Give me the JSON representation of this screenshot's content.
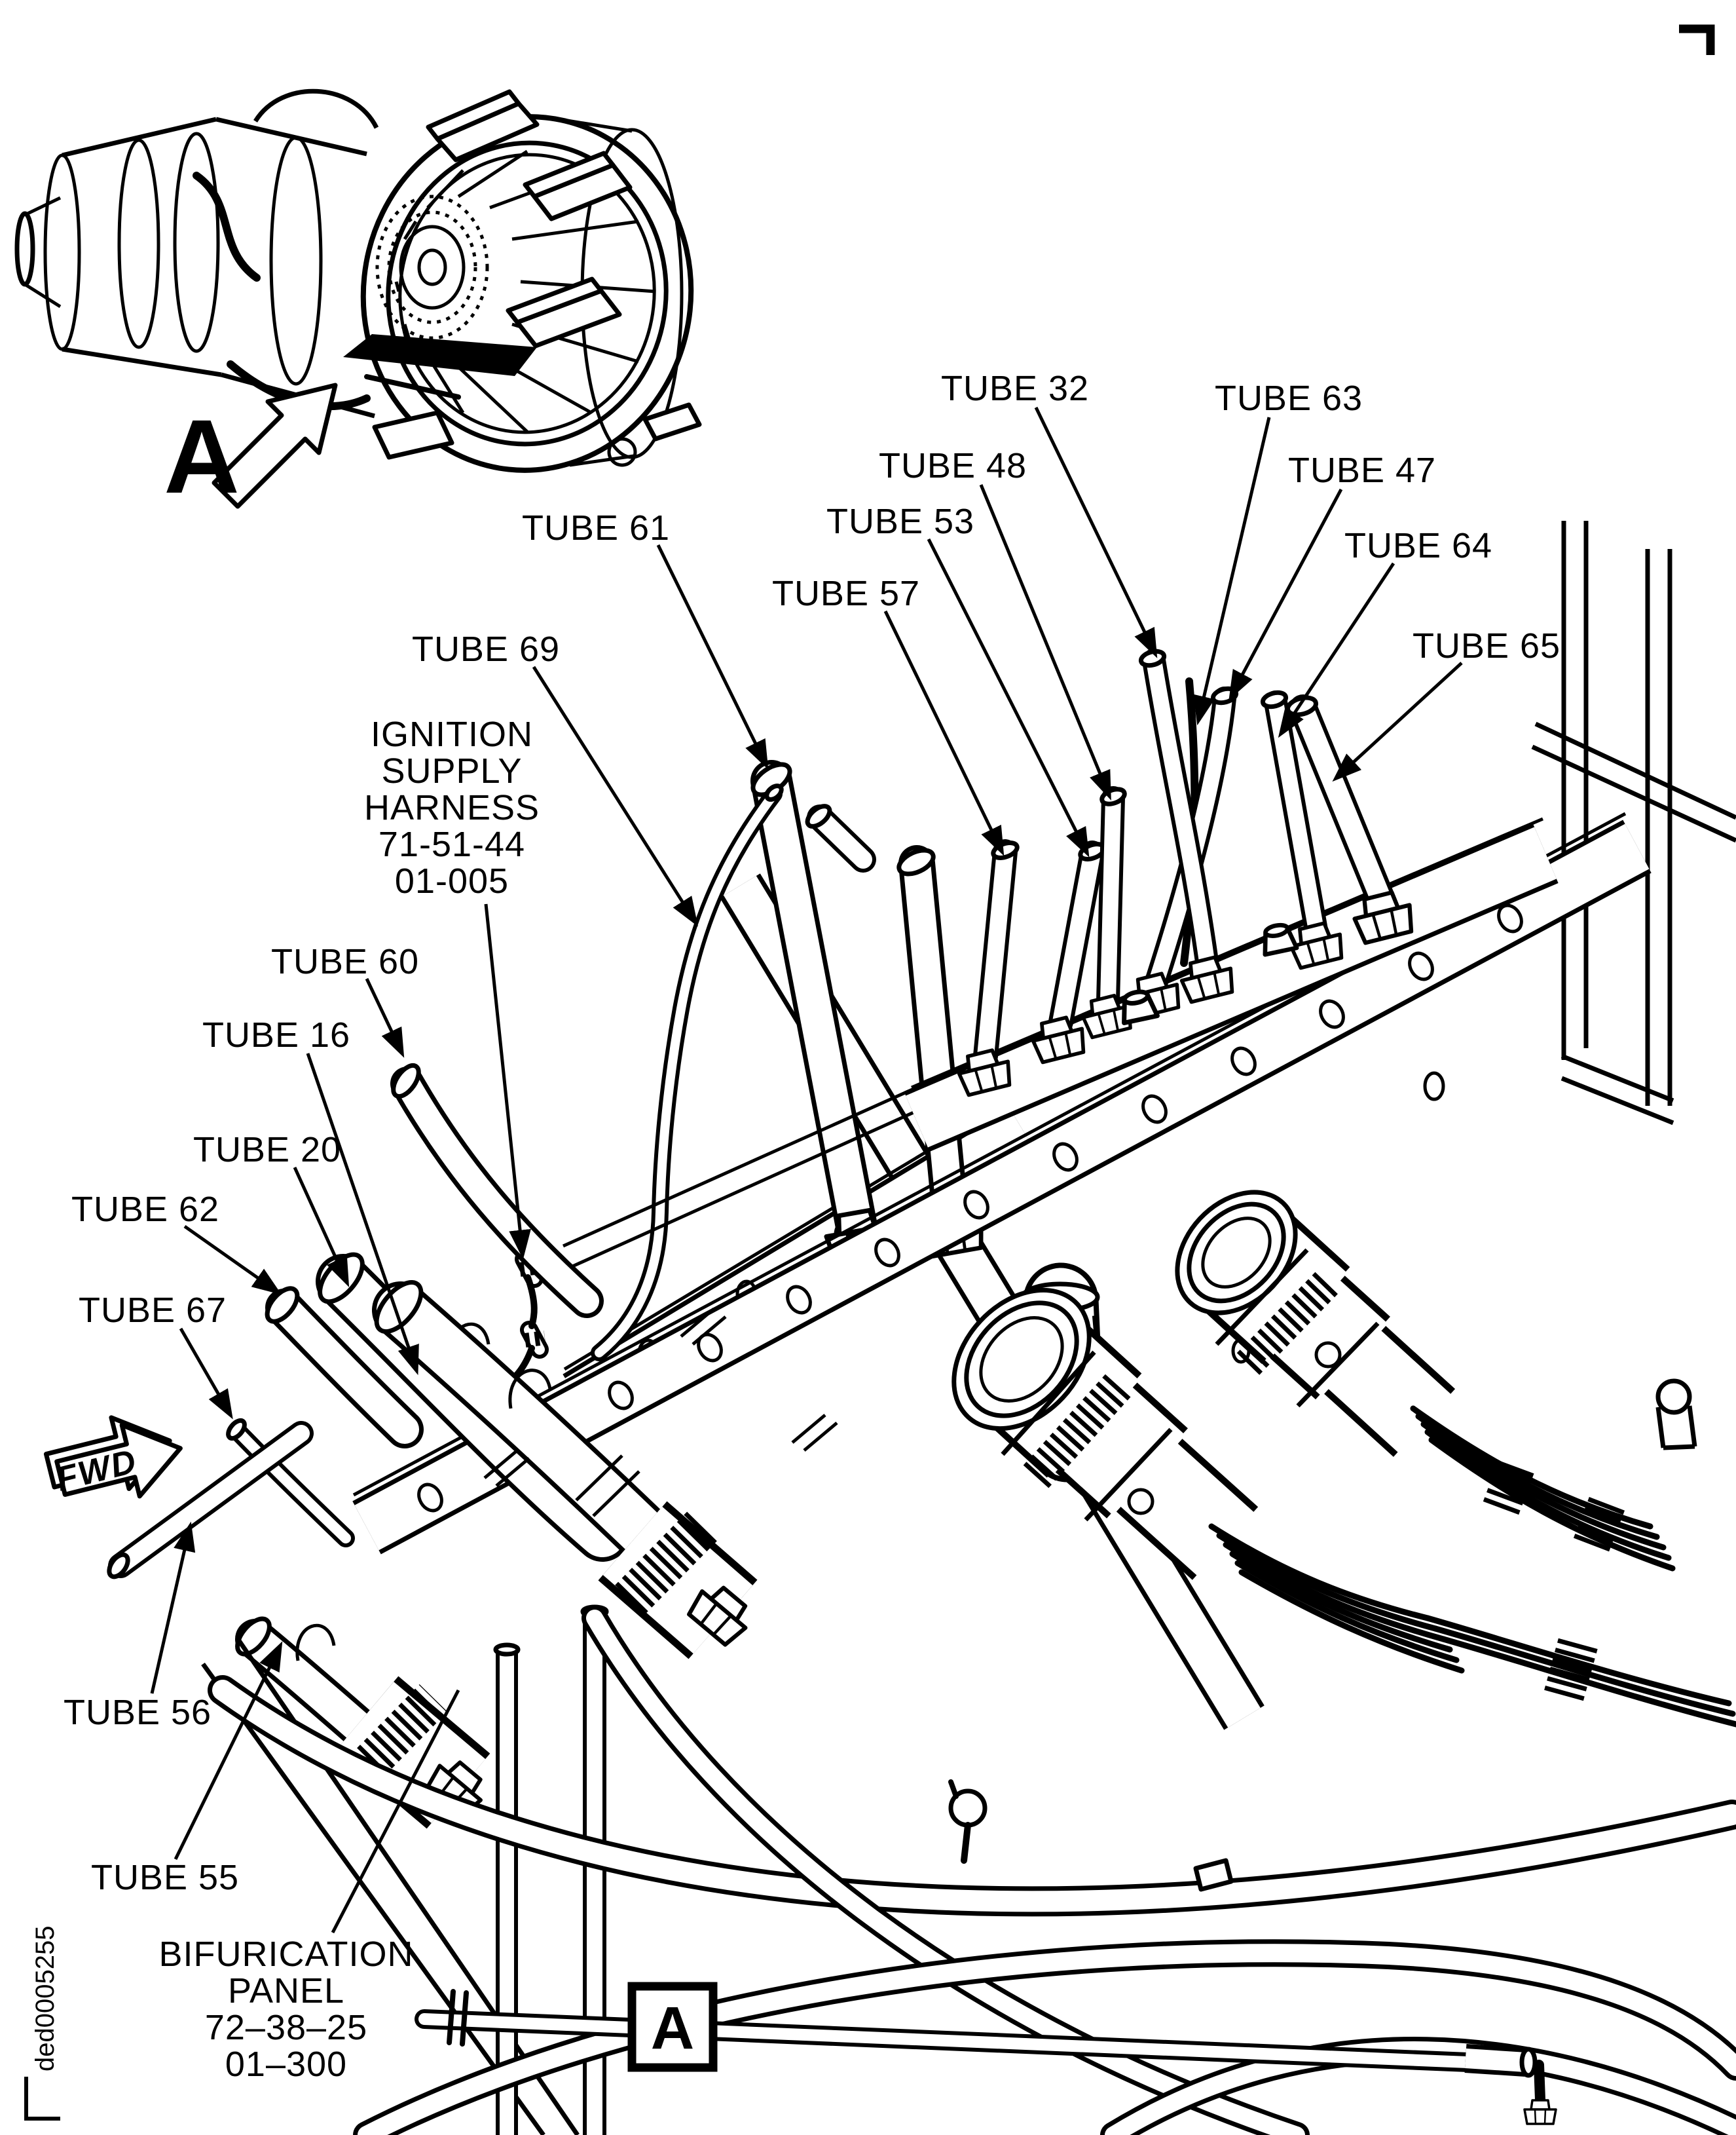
{
  "figure": {
    "detail_letter": "A",
    "detail_box_letter": "A",
    "fwd": "FWD",
    "document_number": "ded0005255"
  },
  "callouts": {
    "tube32": "TUBE 32",
    "tube63": "TUBE 63",
    "tube48": "TUBE 48",
    "tube47": "TUBE 47",
    "tube53": "TUBE 53",
    "tube64": "TUBE 64",
    "tube61": "TUBE 61",
    "tube57": "TUBE 57",
    "tube65": "TUBE 65",
    "tube69": "TUBE 69",
    "tube60": "TUBE 60",
    "tube16": "TUBE 16",
    "tube20": "TUBE 20",
    "tube62": "TUBE 62",
    "tube67": "TUBE 67",
    "tube56": "TUBE 56",
    "tube55": "TUBE 55",
    "ignition_supply_harness": [
      "IGNITION",
      "SUPPLY",
      "HARNESS",
      "71-51-44",
      "01-005"
    ],
    "bifurication_panel": [
      "BIFURICATION",
      "PANEL",
      "72–38–25",
      "01–300"
    ]
  }
}
